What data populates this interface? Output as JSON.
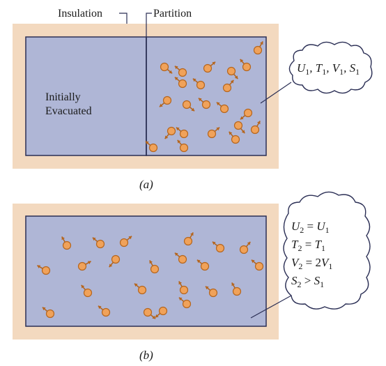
{
  "colors": {
    "insulation": "#f3d9bf",
    "gas_region": "#afb6d6",
    "outline": "#2b2f55",
    "molecule_fill": "#f0a25a",
    "molecule_stroke": "#b5651d",
    "arrow": "#b5651d",
    "bubble_fill": "#ffffff",
    "bubble_stroke": "#2b2f55"
  },
  "labels": {
    "insulation": "Insulation",
    "partition": "Partition",
    "evacuated_line1": "Initially",
    "evacuated_line2": "Evacuated"
  },
  "captions": {
    "a": "(a)",
    "b": "(b)"
  },
  "bubble_a": {
    "items": [
      {
        "sym": "U",
        "sub": "1"
      },
      {
        "sym": "T",
        "sub": "1"
      },
      {
        "sym": "V",
        "sub": "1"
      },
      {
        "sym": "S",
        "sub": "1"
      }
    ]
  },
  "bubble_b": {
    "lines": [
      {
        "lhs": "U",
        "lhs_sub": "2",
        "op": " = ",
        "rhs_pre": "",
        "rhs": "U",
        "rhs_sub": "1"
      },
      {
        "lhs": "T",
        "lhs_sub": "2",
        "op": " = ",
        "rhs_pre": "",
        "rhs": "T",
        "rhs_sub": "1"
      },
      {
        "lhs": "V",
        "lhs_sub": "2",
        "op": " = ",
        "rhs_pre": "2",
        "rhs": "V",
        "rhs_sub": "1"
      },
      {
        "lhs": "S",
        "lhs_sub": "2",
        "op": " > ",
        "rhs_pre": "",
        "rhs": "S",
        "rhs_sub": "1"
      }
    ]
  }
}
